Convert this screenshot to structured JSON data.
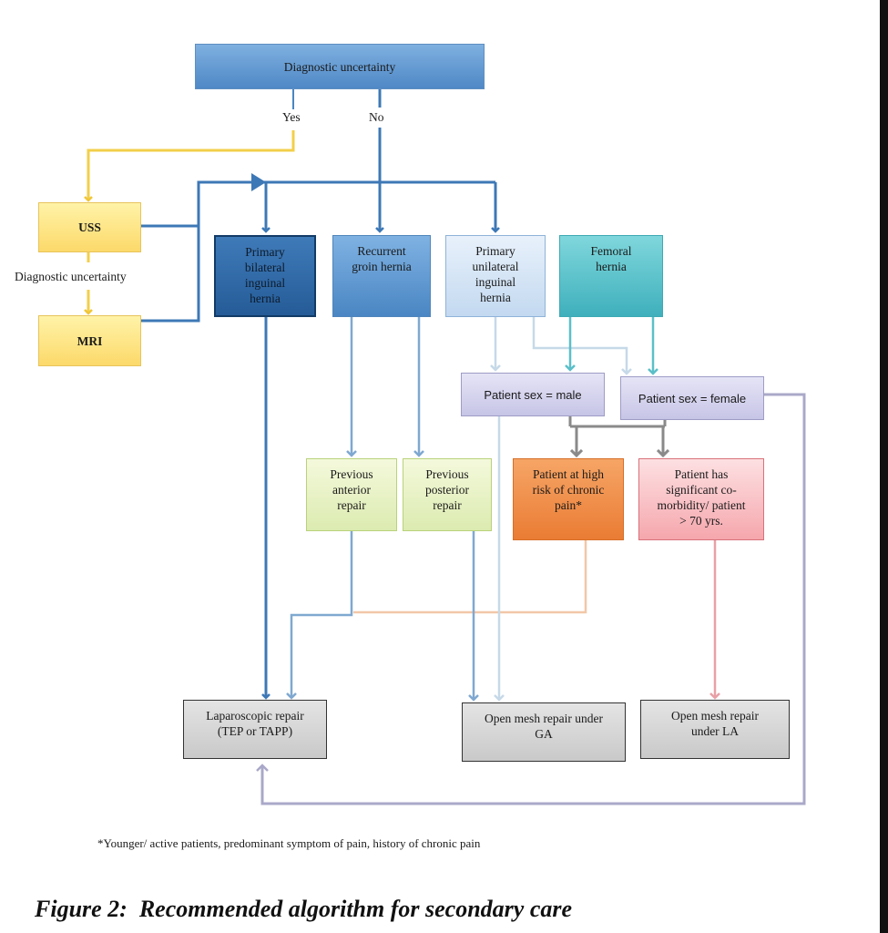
{
  "nodes": {
    "diagnostic_uncertainty": "Diagnostic uncertainty",
    "uss": "USS",
    "mri": "MRI",
    "primary_bilateral": "Primary\nbilateral\ninguinal\nhernia",
    "recurrent": "Recurrent\ngroin hernia",
    "primary_unilateral": "Primary\nunilateral\ninguinal\nhernia",
    "femoral": "Femoral\nhernia",
    "sex_male": "Patient sex = male",
    "sex_female": "Patient sex = female",
    "previous_anterior": "Previous\nanterior\nrepair",
    "previous_posterior": "Previous\nposterior\nrepair",
    "high_risk": "Patient at high\nrisk of chronic\npain*",
    "comorbidity": "Patient has\nsignificant co-\nmorbidity/ patient\n> 70 yrs.",
    "laparoscopic": "Laparoscopic repair\n(TEP or TAPP)",
    "open_ga": "Open mesh repair under\nGA",
    "open_la": "Open mesh repair\nunder LA"
  },
  "edge_labels": {
    "yes": "Yes",
    "no": "No",
    "uss_to_mri": "Diagnostic uncertainty"
  },
  "footnote": "*Younger/ active patients, predominant symptom of pain, history of chronic pain",
  "caption": "Figure 2:  Recommended algorithm for secondary care",
  "colors": {
    "blue": "#4a86c3",
    "yellow": "#f3cf4a",
    "grey": "#8a8a8a",
    "lavender": "#aaa8c9",
    "pink": "#e8a0a6",
    "orange_light": "#f2c7a8",
    "teal": "#5bbfc8"
  }
}
